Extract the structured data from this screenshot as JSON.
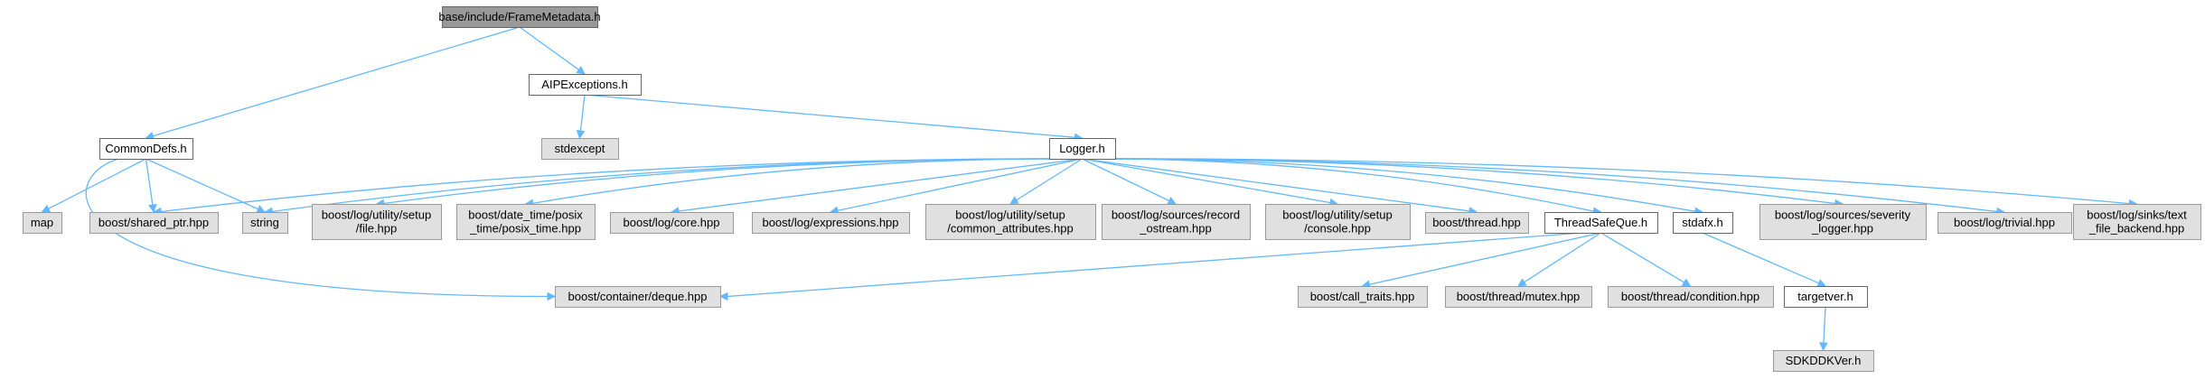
{
  "colors": {
    "root_fill": "#999999",
    "header_fill": "#ffffff",
    "system_fill": "#e0e0e0",
    "header_border": "#666666",
    "system_border": "#999999",
    "edge": "#63b8ff"
  },
  "nodes": [
    {
      "id": "root",
      "kind": "root",
      "lines": [
        "base/include/FrameMetadata.h"
      ]
    },
    {
      "id": "commondefs",
      "kind": "header",
      "lines": [
        "CommonDefs.h"
      ]
    },
    {
      "id": "aipexceptions",
      "kind": "header",
      "lines": [
        "AIPExceptions.h"
      ]
    },
    {
      "id": "stdexcept",
      "kind": "system",
      "lines": [
        "stdexcept"
      ]
    },
    {
      "id": "logger",
      "kind": "header",
      "lines": [
        "Logger.h"
      ]
    },
    {
      "id": "map",
      "kind": "system",
      "lines": [
        "map"
      ]
    },
    {
      "id": "shared_ptr",
      "kind": "system",
      "lines": [
        "boost/shared_ptr.hpp"
      ]
    },
    {
      "id": "string",
      "kind": "system",
      "lines": [
        "string"
      ]
    },
    {
      "id": "setup_file",
      "kind": "system",
      "lines": [
        "boost/log/utility/setup",
        "/file.hpp"
      ]
    },
    {
      "id": "posix_time",
      "kind": "system",
      "lines": [
        "boost/date_time/posix",
        "_time/posix_time.hpp"
      ]
    },
    {
      "id": "log_core",
      "kind": "system",
      "lines": [
        "boost/log/core.hpp"
      ]
    },
    {
      "id": "log_expressions",
      "kind": "system",
      "lines": [
        "boost/log/expressions.hpp"
      ]
    },
    {
      "id": "common_attributes",
      "kind": "system",
      "lines": [
        "boost/log/utility/setup",
        "/common_attributes.hpp"
      ]
    },
    {
      "id": "record_ostream",
      "kind": "system",
      "lines": [
        "boost/log/sources/record",
        "_ostream.hpp"
      ]
    },
    {
      "id": "setup_console",
      "kind": "system",
      "lines": [
        "boost/log/utility/setup",
        "/console.hpp"
      ]
    },
    {
      "id": "boost_thread",
      "kind": "system",
      "lines": [
        "boost/thread.hpp"
      ]
    },
    {
      "id": "threadsafeque",
      "kind": "header",
      "lines": [
        "ThreadSafeQue.h"
      ]
    },
    {
      "id": "stdafx",
      "kind": "header",
      "lines": [
        "stdafx.h"
      ]
    },
    {
      "id": "severity_logger",
      "kind": "system",
      "lines": [
        "boost/log/sources/severity",
        "_logger.hpp"
      ]
    },
    {
      "id": "log_trivial",
      "kind": "system",
      "lines": [
        "boost/log/trivial.hpp"
      ]
    },
    {
      "id": "text_file_backend",
      "kind": "system",
      "lines": [
        "boost/log/sinks/text",
        "_file_backend.hpp"
      ]
    },
    {
      "id": "deque",
      "kind": "system",
      "lines": [
        "boost/container/deque.hpp"
      ]
    },
    {
      "id": "call_traits",
      "kind": "system",
      "lines": [
        "boost/call_traits.hpp"
      ]
    },
    {
      "id": "mutex",
      "kind": "system",
      "lines": [
        "boost/thread/mutex.hpp"
      ]
    },
    {
      "id": "condition",
      "kind": "system",
      "lines": [
        "boost/thread/condition.hpp"
      ]
    },
    {
      "id": "targetver",
      "kind": "header",
      "lines": [
        "targetver.h"
      ]
    },
    {
      "id": "sdkddkver",
      "kind": "system",
      "lines": [
        "SDKDDKVer.h"
      ]
    }
  ],
  "edges": [
    [
      "root",
      "commondefs"
    ],
    [
      "root",
      "aipexceptions"
    ],
    [
      "aipexceptions",
      "stdexcept"
    ],
    [
      "aipexceptions",
      "logger"
    ],
    [
      "commondefs",
      "map"
    ],
    [
      "commondefs",
      "shared_ptr"
    ],
    [
      "commondefs",
      "string"
    ],
    [
      "commondefs",
      "deque"
    ],
    [
      "logger",
      "shared_ptr"
    ],
    [
      "logger",
      "string"
    ],
    [
      "logger",
      "setup_file"
    ],
    [
      "logger",
      "posix_time"
    ],
    [
      "logger",
      "log_core"
    ],
    [
      "logger",
      "log_expressions"
    ],
    [
      "logger",
      "common_attributes"
    ],
    [
      "logger",
      "record_ostream"
    ],
    [
      "logger",
      "setup_console"
    ],
    [
      "logger",
      "boost_thread"
    ],
    [
      "logger",
      "threadsafeque"
    ],
    [
      "logger",
      "stdafx"
    ],
    [
      "logger",
      "severity_logger"
    ],
    [
      "logger",
      "log_trivial"
    ],
    [
      "logger",
      "text_file_backend"
    ],
    [
      "threadsafeque",
      "deque"
    ],
    [
      "threadsafeque",
      "call_traits"
    ],
    [
      "threadsafeque",
      "mutex"
    ],
    [
      "threadsafeque",
      "condition"
    ],
    [
      "stdafx",
      "targetver"
    ],
    [
      "targetver",
      "sdkddkver"
    ]
  ]
}
